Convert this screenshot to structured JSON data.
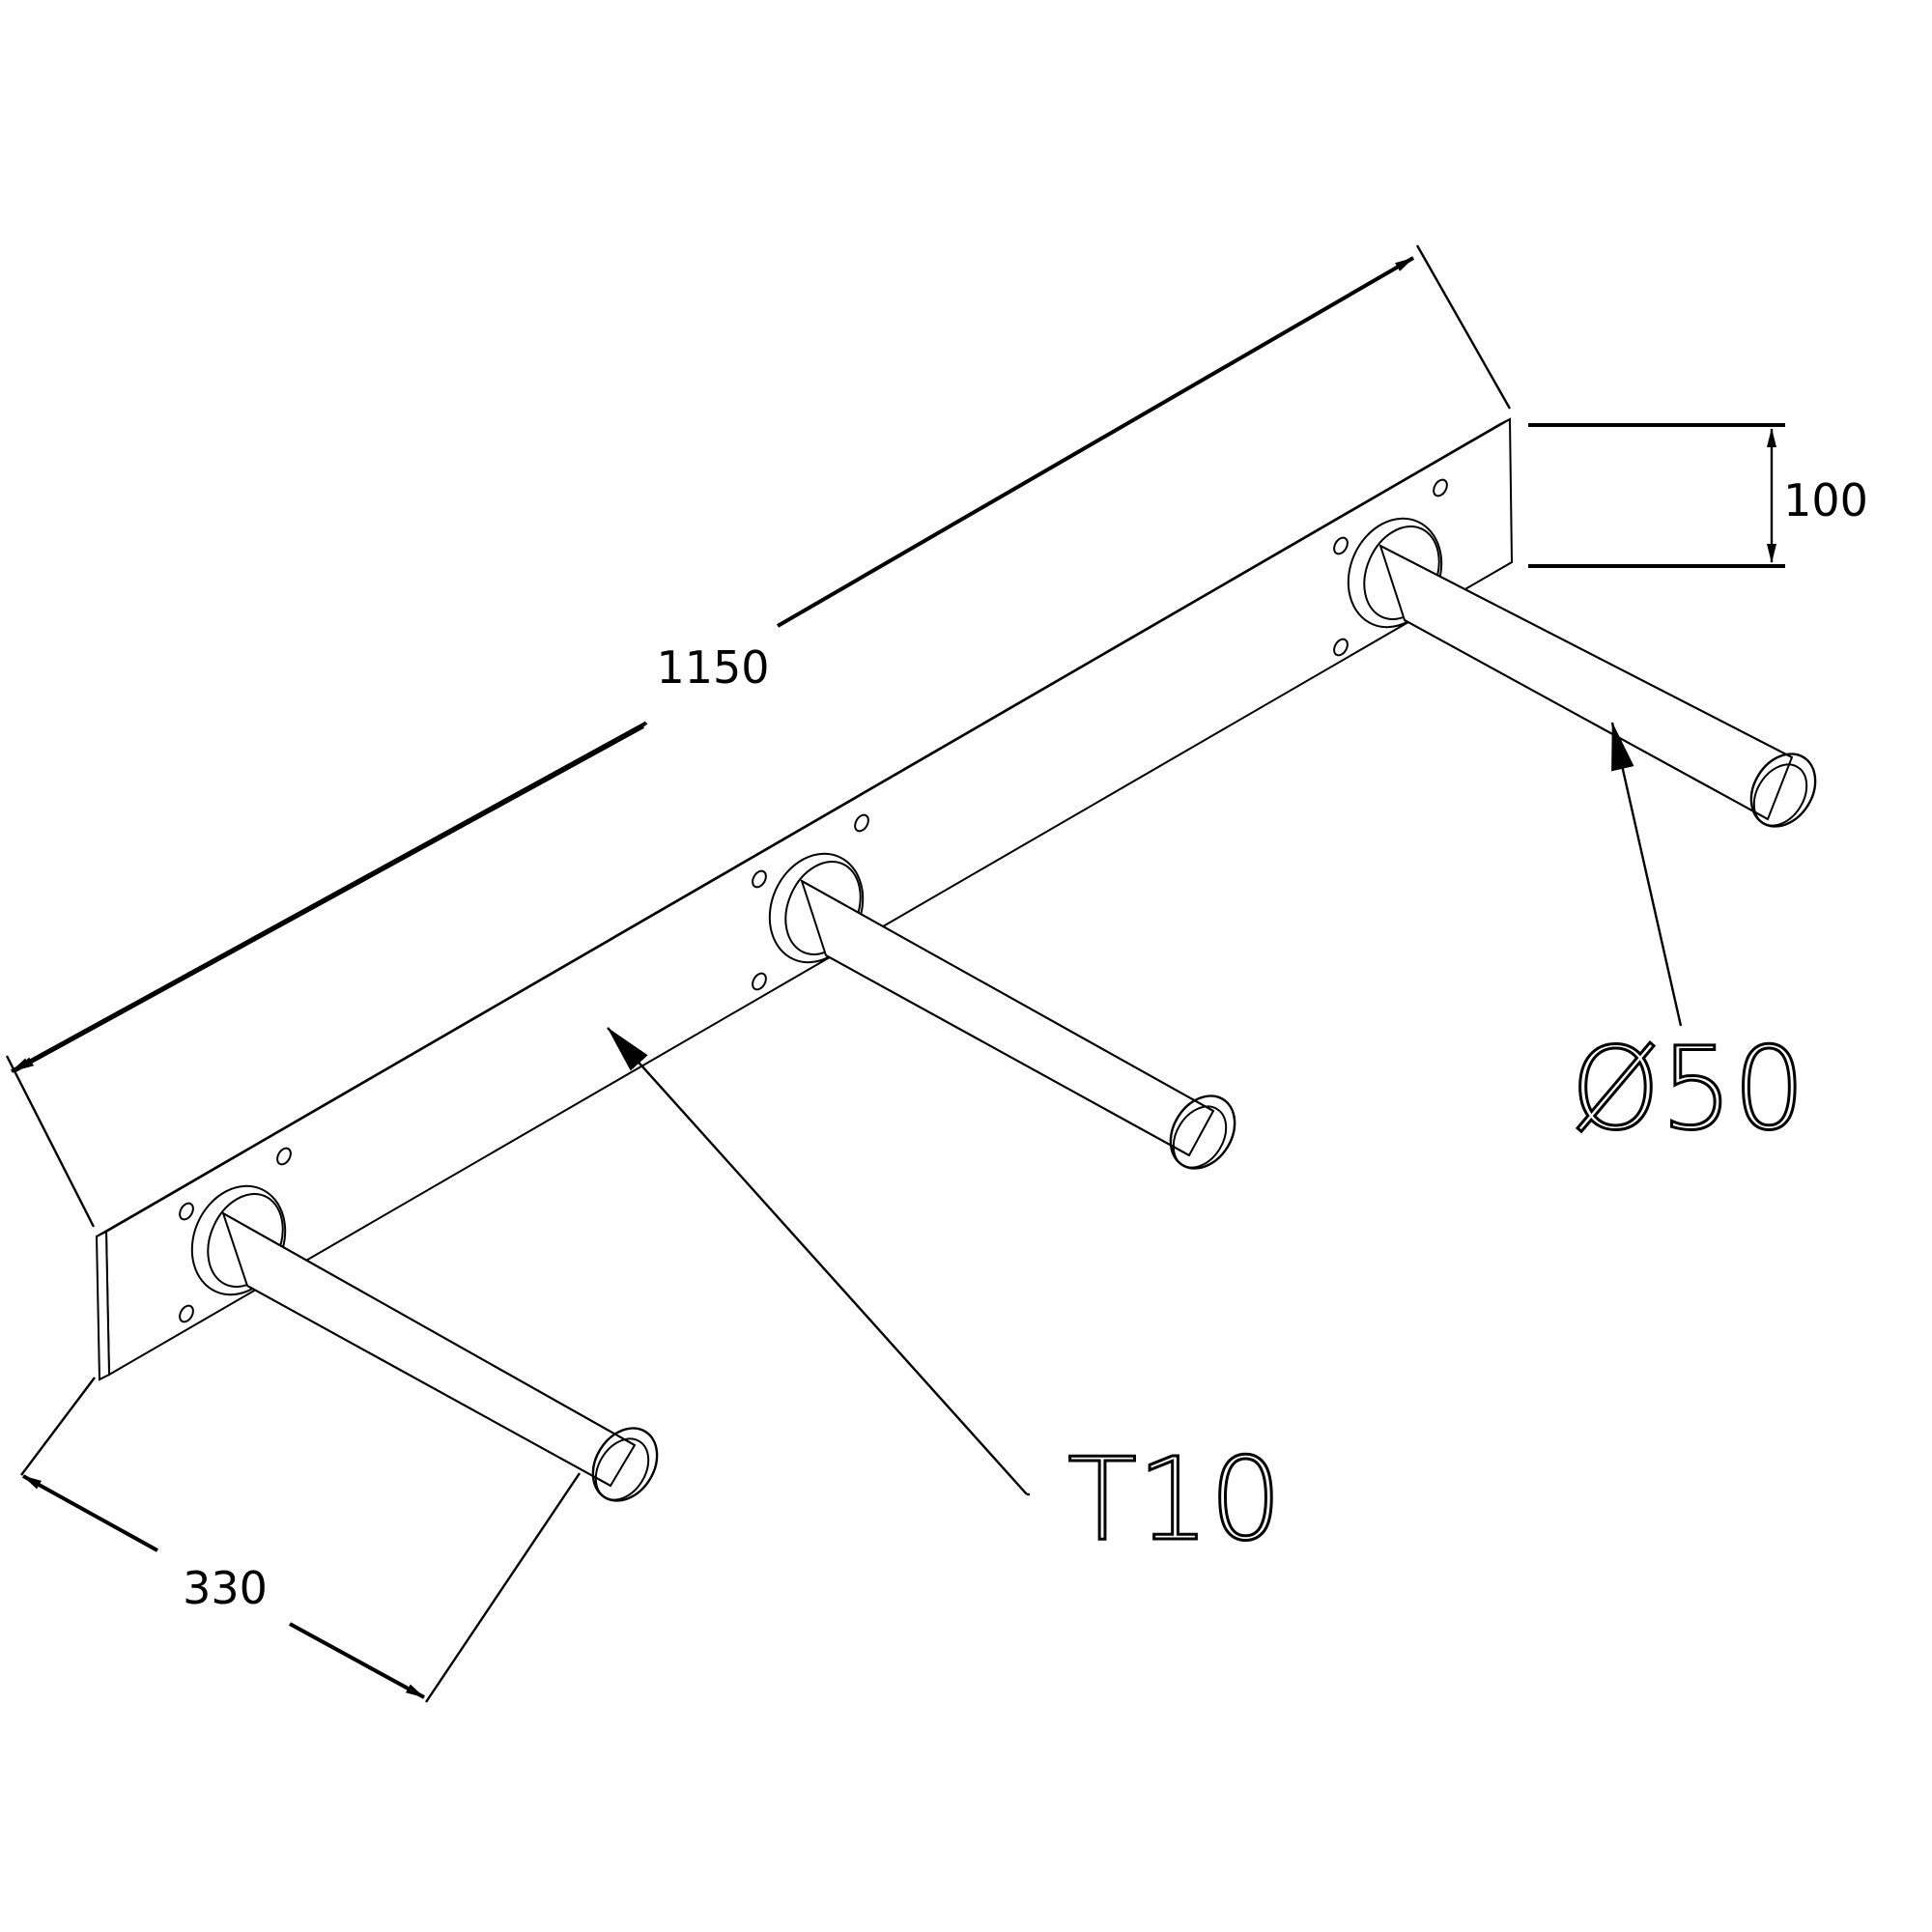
{
  "drawing": {
    "dimensions": {
      "length": "1150",
      "plate_height": "100",
      "arm_length": "330",
      "thickness_label": "T10",
      "diameter_label": "Ø50"
    },
    "arm_count": 3,
    "colors": {
      "line": "#000000",
      "background": "#ffffff"
    }
  }
}
